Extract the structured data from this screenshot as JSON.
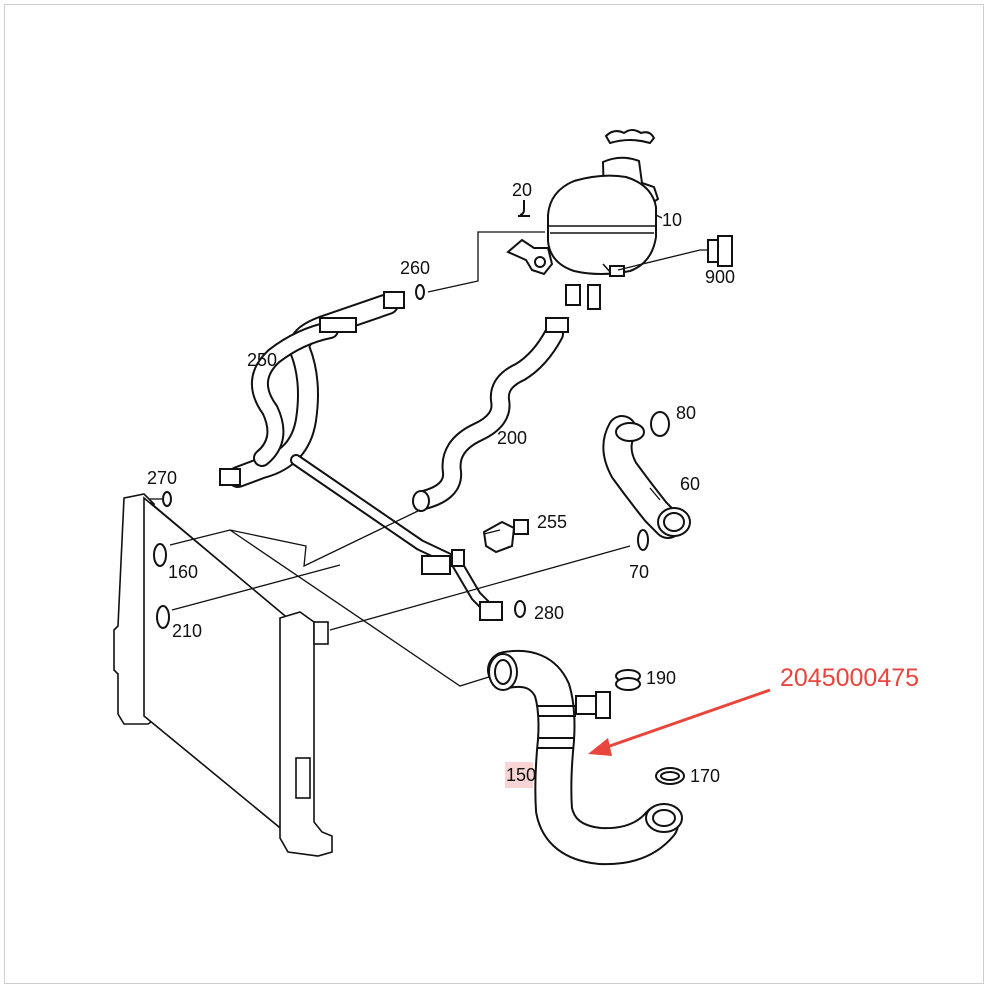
{
  "diagram": {
    "callouts": {
      "c20": "20",
      "c10": "10",
      "c900": "900",
      "c260": "260",
      "c250": "250",
      "c200": "200",
      "c80": "80",
      "c60": "60",
      "c270": "270",
      "c255": "255",
      "c160": "160",
      "c70": "70",
      "c210": "210",
      "c280": "280",
      "c190": "190",
      "c150": "150",
      "c170": "170"
    },
    "part_number": "2045000475",
    "colors": {
      "line": "#111111",
      "hose_fill": "#ffffff",
      "highlight": "#e8453c",
      "callout_highlight": "#f4a0a0"
    }
  }
}
